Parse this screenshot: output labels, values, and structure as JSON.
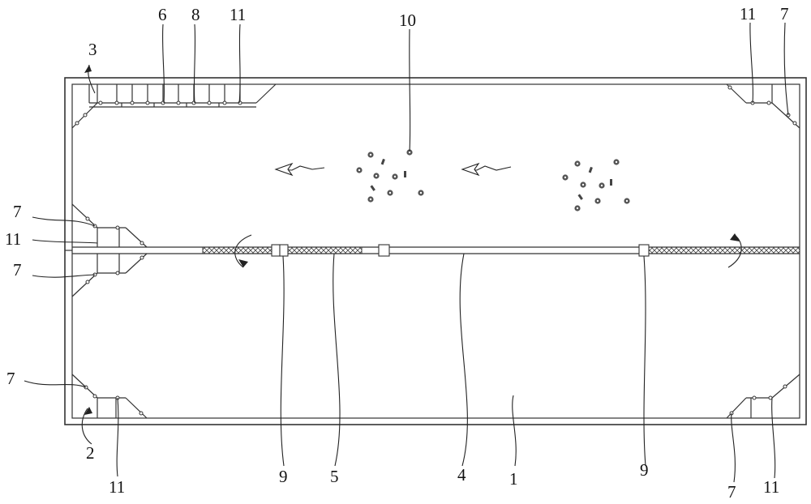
{
  "figure": {
    "callouts": [
      "1",
      "2",
      "3",
      "4",
      "5",
      "6",
      "7",
      "8",
      "9",
      "10",
      "11"
    ],
    "labels": [
      {
        "id": "6",
        "text": "6"
      },
      {
        "id": "8",
        "text": "8"
      },
      {
        "id": "11a",
        "text": "11"
      },
      {
        "id": "10",
        "text": "10"
      },
      {
        "id": "11b",
        "text": "11"
      },
      {
        "id": "7a",
        "text": "7"
      },
      {
        "id": "3",
        "text": "3"
      },
      {
        "id": "7b",
        "text": "7"
      },
      {
        "id": "11c",
        "text": "11"
      },
      {
        "id": "7c",
        "text": "7"
      },
      {
        "id": "7d",
        "text": "7"
      },
      {
        "id": "2",
        "text": "2"
      },
      {
        "id": "11d",
        "text": "11"
      },
      {
        "id": "9a",
        "text": "9"
      },
      {
        "id": "5",
        "text": "5"
      },
      {
        "id": "4",
        "text": "4"
      },
      {
        "id": "1",
        "text": "1"
      },
      {
        "id": "9b",
        "text": "9"
      },
      {
        "id": "7e",
        "text": "7"
      },
      {
        "id": "11e",
        "text": "11"
      }
    ],
    "colors": {
      "line": "#333333",
      "particle": "#555555",
      "text": "#111111"
    }
  }
}
